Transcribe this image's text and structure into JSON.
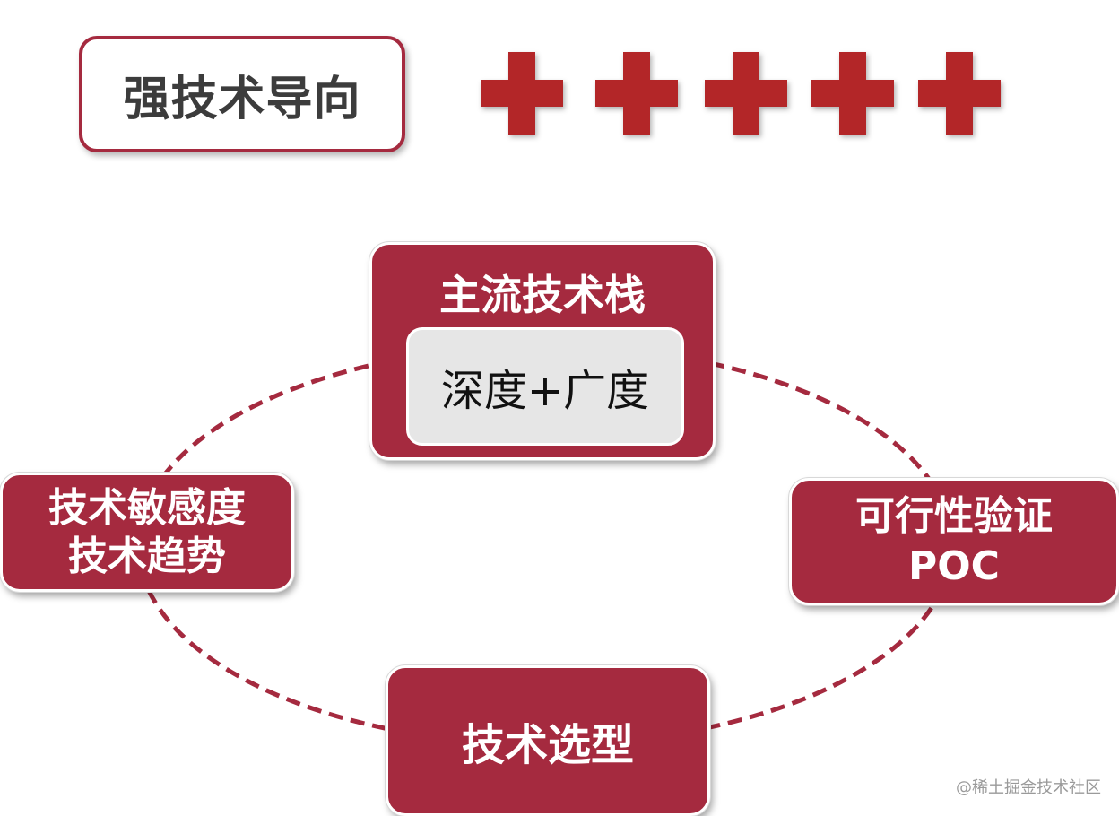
{
  "title": "强技术导向",
  "plus_icons": [
    "plus-icon",
    "plus-icon",
    "plus-icon",
    "plus-icon",
    "plus-icon"
  ],
  "nodes": {
    "top": {
      "label": "主流技术栈",
      "inner": "深度+广度"
    },
    "left": {
      "line1": "技术敏感度",
      "line2": "技术趋势"
    },
    "right": {
      "line1": "可行性验证",
      "line2": "POC"
    },
    "bottom": {
      "label": "技术选型"
    }
  },
  "watermark": "@稀土掘金技术社区",
  "colors": {
    "node_fill": "#a52a3f",
    "plus": "#b32628",
    "cycle_dash": "#a52a3f",
    "inner_box": "#e6e6e6"
  }
}
